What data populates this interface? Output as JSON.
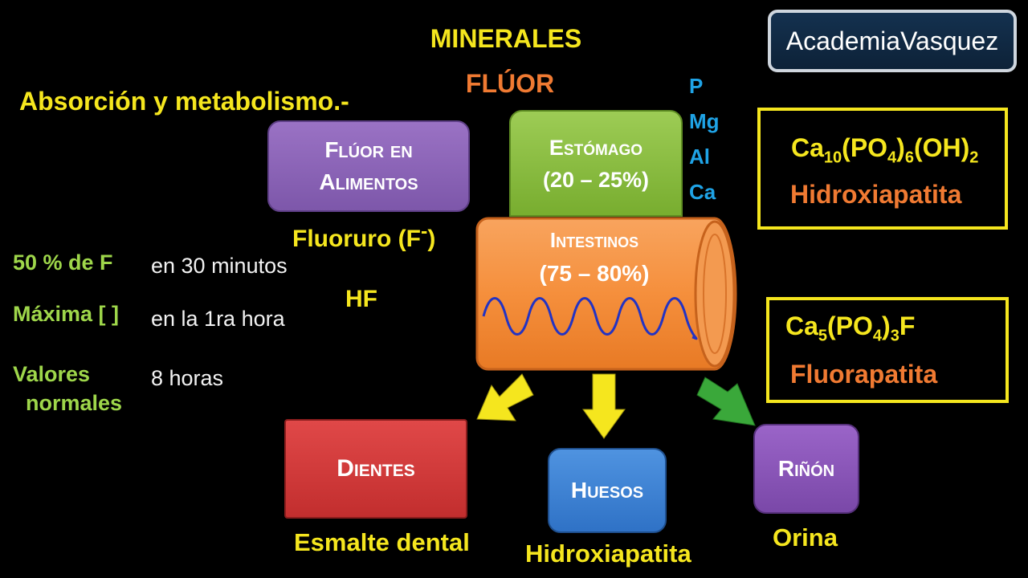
{
  "header": {
    "title": "MINERALES",
    "subtitle": "FLÚOR",
    "section": "Absorción y metabolismo.-",
    "brand": "AcademiaVasquez"
  },
  "minerals": [
    "P",
    "Mg",
    "Al",
    "Ca"
  ],
  "boxes": {
    "food_line1": "Flúor en",
    "food_line2": "Alimentos",
    "stomach_name": "Estómago",
    "stomach_pct": "(20 – 25%)",
    "intestine_name": "Intestinos",
    "intestine_pct": "(75 – 80%)"
  },
  "labels": {
    "fluoride": "Fluoruro",
    "fluoride_ion": "(F",
    "fluoride_charge": "-",
    "fluoride_close": ")",
    "hf": "HF"
  },
  "stats": [
    {
      "label": "50 % de F",
      "value": "en 30 minutos"
    },
    {
      "label": "Máxima [ ]",
      "value": "en la 1ra hora"
    },
    {
      "label_line1": "Valores",
      "label_line2": "normales",
      "value": "8 horas"
    }
  ],
  "formulas": {
    "hydroxy": {
      "ca": "Ca",
      "ca_n": "10",
      "po4_open": "(PO",
      "po4_n": "4",
      "po4_close": ")",
      "po4_count": "6",
      "oh": "(OH)",
      "oh_n": "2",
      "name": "Hidroxiapatita"
    },
    "fluora": {
      "ca": "Ca",
      "ca_n": "5",
      "po4_open": "(PO",
      "po4_n": "4",
      "po4_close": ")",
      "po4_count": "3",
      "f": "F",
      "name": "Fluorapatita"
    }
  },
  "destinations": {
    "teeth": "Dientes",
    "teeth_caption": "Esmalte dental",
    "bones": "Huesos",
    "bones_caption": "Hidroxiapatita",
    "kidney": "Riñón",
    "kidney_caption": "Orina"
  },
  "colors": {
    "background": "#000000",
    "title_yellow": "#f5e61e",
    "accent_orange": "#f07a32",
    "mineral_blue": "#1fa3e6",
    "stat_green": "#9ed64a",
    "arrow_yellow": "#f5e61e",
    "arrow_green": "#3aa83a"
  }
}
